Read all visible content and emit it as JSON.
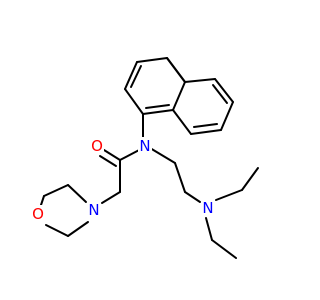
{
  "molecule": {
    "atoms": [
      {
        "label": "O",
        "color": "#ff0000"
      },
      {
        "label": "N",
        "color": "#0000ff"
      },
      {
        "label": "N",
        "color": "#0000ff"
      },
      {
        "label": "N",
        "color": "#0000ff"
      },
      {
        "label": "O",
        "color": "#ff0000"
      }
    ]
  },
  "colors": {
    "bond": "#000000",
    "background": "#ffffff"
  }
}
